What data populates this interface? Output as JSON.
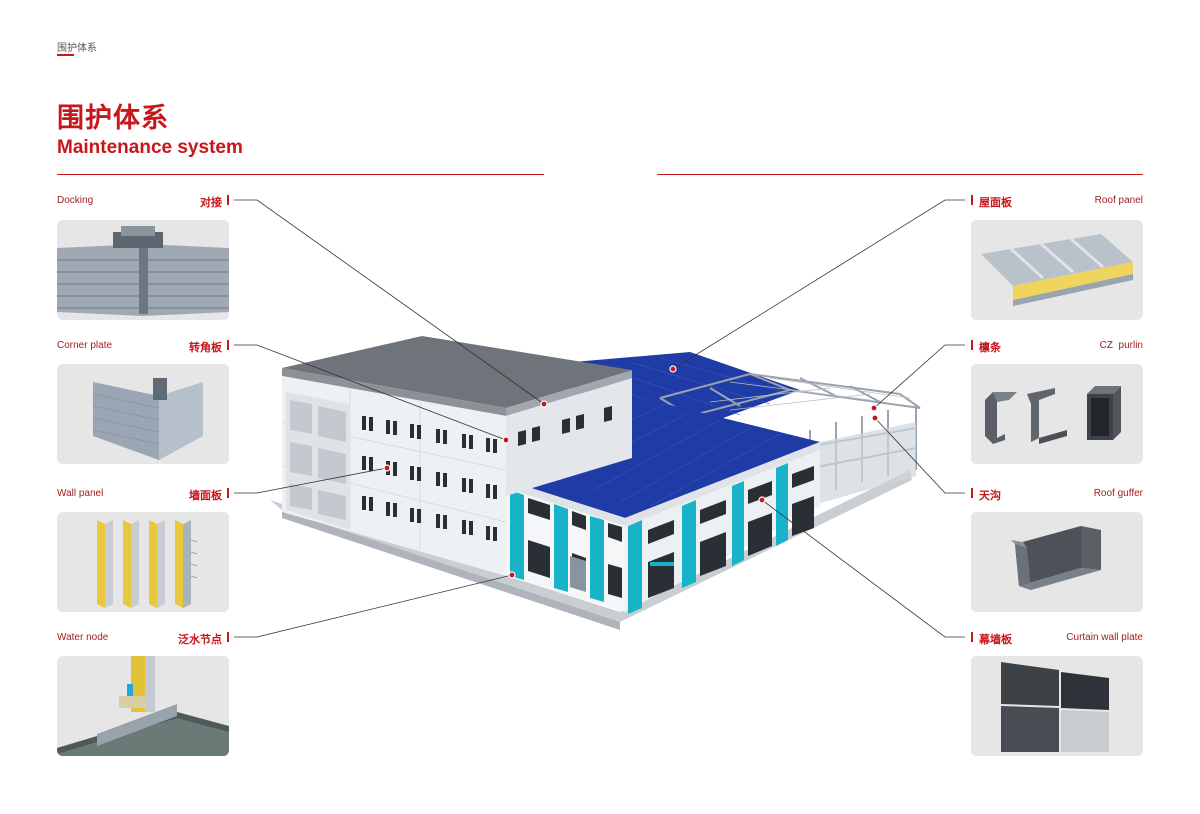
{
  "header": {
    "breadcrumb": "围护体系",
    "title_cn": "围护体系",
    "title_en": "Maintenance system"
  },
  "left_items": [
    {
      "en": "Docking",
      "cn": "对接"
    },
    {
      "en": "Corner plate",
      "cn": "转角板"
    },
    {
      "en": "Wall panel",
      "cn": "墙面板"
    },
    {
      "en": "Water node",
      "cn": "泛水节点"
    }
  ],
  "right_items": [
    {
      "cn": "屋面板",
      "en": "Roof panel"
    },
    {
      "cn": "檩条",
      "en": "CZ  purlin"
    },
    {
      "cn": "天沟",
      "en": "Roof guffer"
    },
    {
      "cn": "幕墙板",
      "en": "Curtain wall plate"
    }
  ],
  "colors": {
    "accent": "#c8161d",
    "roof_blue": "#1f3ba6",
    "teal": "#17b3c9",
    "wall_grey": "#e9ecef",
    "card_bg": "#e6e6e6"
  }
}
